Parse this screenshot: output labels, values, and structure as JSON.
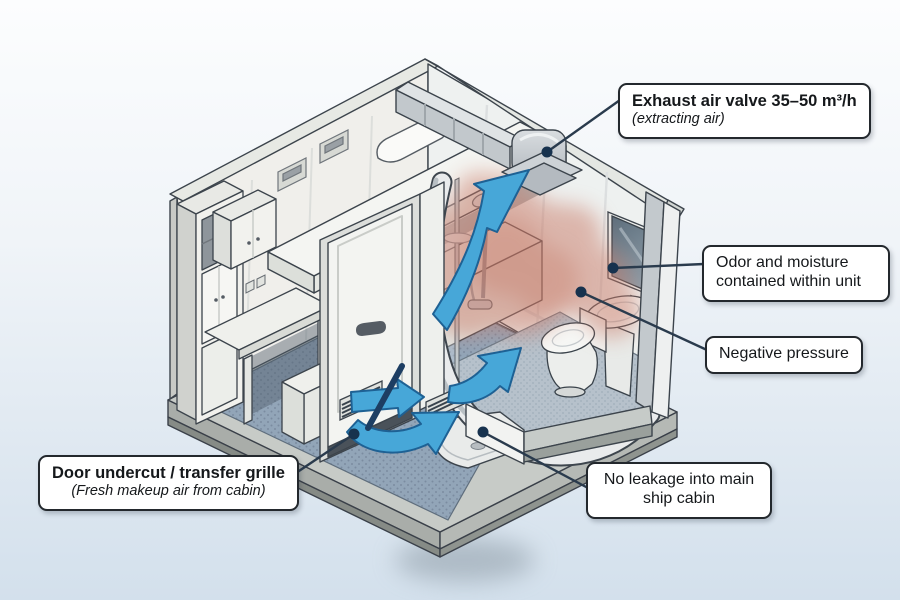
{
  "scene": {
    "description": "Isometric cutaway illustration of a ship cabin sanitary unit showing ventilation airflow",
    "colors": {
      "airflow_arrow": "#47a7d8",
      "airflow_arrow_outline": "#1e6194",
      "odor_cloud": "#c97a67",
      "leader_line": "#2a3b4d",
      "callout_dot": "#17324e",
      "carpet": "#92a5b8",
      "background_top": "#fcfdfe",
      "background_bottom": "#d3e0ec"
    }
  },
  "callouts": {
    "exhaust": {
      "title": "Exhaust air valve 35–50 m³/h",
      "subtitle": "(extracting air)"
    },
    "odor": {
      "text": "Odor and moisture contained within unit"
    },
    "negative": {
      "text": "Negative pressure"
    },
    "undercut": {
      "title": "Door undercut / transfer grille",
      "subtitle": "(Fresh makeup air from cabin)"
    },
    "leakage": {
      "text": "No leakage into main ship cabin"
    }
  }
}
